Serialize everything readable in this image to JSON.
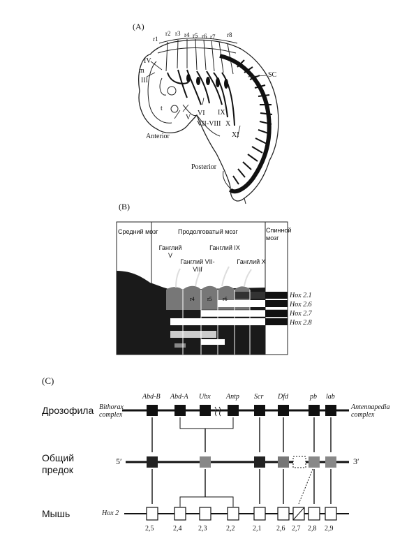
{
  "panel_a": {
    "label": "(A)",
    "rhombomeres": [
      "r1",
      "r2",
      "r3",
      "r4",
      "r5",
      "r6",
      "r7",
      "r8"
    ],
    "regions": {
      "m": "m",
      "t": "t",
      "sc": "SC"
    },
    "nerves": [
      "IV",
      "III",
      "V",
      "VI",
      "VII-VIII",
      "IX",
      "X",
      "XI"
    ],
    "anterior": "Anterior",
    "posterior": "Posterior"
  },
  "panel_b": {
    "label": "(B)",
    "regions": [
      "Средний мозг",
      "Продолговатый мозг",
      "Спинной мозг"
    ],
    "ganglia": [
      "Ганглий V",
      "Ганглий VII-VIII",
      "Ганглий IX",
      "Ганглий X"
    ],
    "rhombomere_tags": [
      "r4",
      "r5",
      "r6"
    ],
    "hox_genes": [
      "Hox 2.1",
      "Hox 2.6",
      "Hox 2.7",
      "Hox 2.8"
    ]
  },
  "panel_c": {
    "label": "(C)",
    "rows": [
      "Дрозофила",
      "Общий предок",
      "Мышь"
    ],
    "drosophila_genes": [
      "Abd-B",
      "Abd-A",
      "Ubx",
      "Antp",
      "Scr",
      "Dfd",
      "pb",
      "lab"
    ],
    "bithorax": [
      "Bithorax",
      "complex"
    ],
    "antennapedia": [
      "Antennapedia",
      "complex"
    ],
    "five_prime": "5′",
    "three_prime": "3′",
    "hox2": "Hox 2",
    "mouse_genes": [
      "2,5",
      "2,4",
      "2,3",
      "2,2",
      "2,1",
      "2,6",
      "2,7",
      "2,8",
      "2,9"
    ]
  }
}
